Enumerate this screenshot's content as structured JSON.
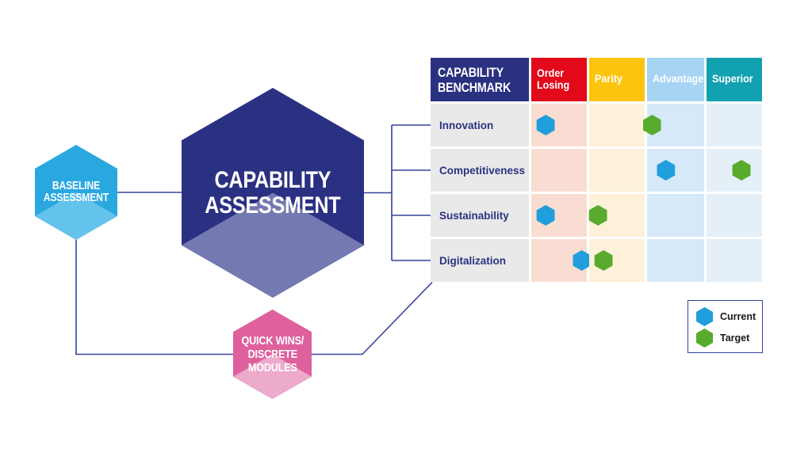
{
  "hexagons": {
    "baseline": {
      "line1": "BASELINE",
      "line2": "ASSESSMENT",
      "color": "#29A8E0",
      "light_color": "#63C3EC"
    },
    "capability": {
      "line1": "CAPABILITY",
      "line2": "ASSESSMENT",
      "color": "#2B3182",
      "light_color": "#7579B1"
    },
    "quickwins": {
      "line1": "QUICK WINS/",
      "line2": "DISCRETE",
      "line3": "MODULES",
      "color": "#DE609D",
      "light_color": "#ECABCB"
    }
  },
  "table": {
    "title_line1": "CAPABILITY",
    "title_line2": "BENCHMARK",
    "title_bg": "#2A3181",
    "label_column_bg": "#E9E9EA",
    "label_text_color": "#2B3380",
    "columns": [
      {
        "id": "order-losing",
        "label": "Order Losing",
        "header_bg": "#E2091A",
        "body_bg": "#F9DCD2"
      },
      {
        "id": "parity",
        "label": "Parity",
        "header_bg": "#FCC40D",
        "body_bg": "#FDF1D9"
      },
      {
        "id": "advantage",
        "label": "Advantage",
        "header_bg": "#A6D4F2",
        "body_bg": "#D6E9F9"
      },
      {
        "id": "superior",
        "label": "Superior",
        "header_bg": "#12A1B0",
        "body_bg": "#E4EFF8"
      }
    ],
    "rows": [
      {
        "label": "Innovation",
        "markers": [
          {
            "kind": "current",
            "col": "order-losing",
            "x_pct": 26
          },
          {
            "kind": "target",
            "col": "advantage",
            "x_pct": 9
          }
        ]
      },
      {
        "label": "Competitiveness",
        "markers": [
          {
            "kind": "current",
            "col": "advantage",
            "x_pct": 33
          },
          {
            "kind": "target",
            "col": "superior",
            "x_pct": 63
          }
        ]
      },
      {
        "label": "Sustainability",
        "markers": [
          {
            "kind": "current",
            "col": "order-losing",
            "x_pct": 26
          },
          {
            "kind": "target",
            "col": "parity",
            "x_pct": 16
          }
        ]
      },
      {
        "label": "Digitalization",
        "markers": [
          {
            "kind": "current",
            "col": "order-losing",
            "x_pct": 91
          },
          {
            "kind": "target",
            "col": "parity",
            "x_pct": 26
          }
        ]
      }
    ]
  },
  "marker_colors": {
    "current": "#219EDC",
    "target": "#58AB2D"
  },
  "legend": {
    "items": [
      {
        "kind": "current",
        "label": "Current",
        "color": "#219EDC"
      },
      {
        "kind": "target",
        "label": "Target",
        "color": "#58AB2D"
      }
    ],
    "border_color": "#35429C"
  },
  "connector_color": "#35429C"
}
